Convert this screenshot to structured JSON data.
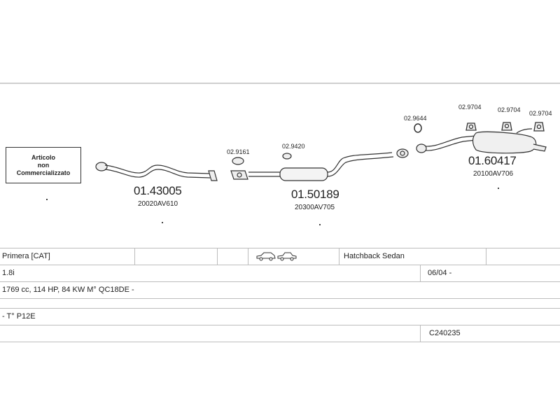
{
  "label_box": {
    "line1": "Articolo",
    "line2": "non",
    "line3": "Commercializzato"
  },
  "parts": {
    "p1": {
      "code": "01.43005",
      "oem": "20020AV610"
    },
    "p2": {
      "small": "02.9161"
    },
    "p3": {
      "small": "02.9420"
    },
    "p4": {
      "code": "01.50189",
      "oem": "20300AV705"
    },
    "p5": {
      "small": "02.9644"
    },
    "p6": {
      "small": "02.9704"
    },
    "p7": {
      "small": "02.9704"
    },
    "p8": {
      "small": "02.9704"
    },
    "p9": {
      "code": "01.60417",
      "oem": "20100AV706"
    }
  },
  "table": {
    "model": "Primera  [CAT]",
    "body_type": "Hatchback Sedan",
    "engine_short": "1.8i",
    "date": "06/04 -",
    "engine_spec": "1769 cc, 114 HP, 84 KW M° QC18DE -",
    "chassis": "- T° P12E",
    "catalog_code": "C240235"
  },
  "icons": {
    "car1": "hatchback-car-icon",
    "car2": "sedan-car-icon"
  }
}
